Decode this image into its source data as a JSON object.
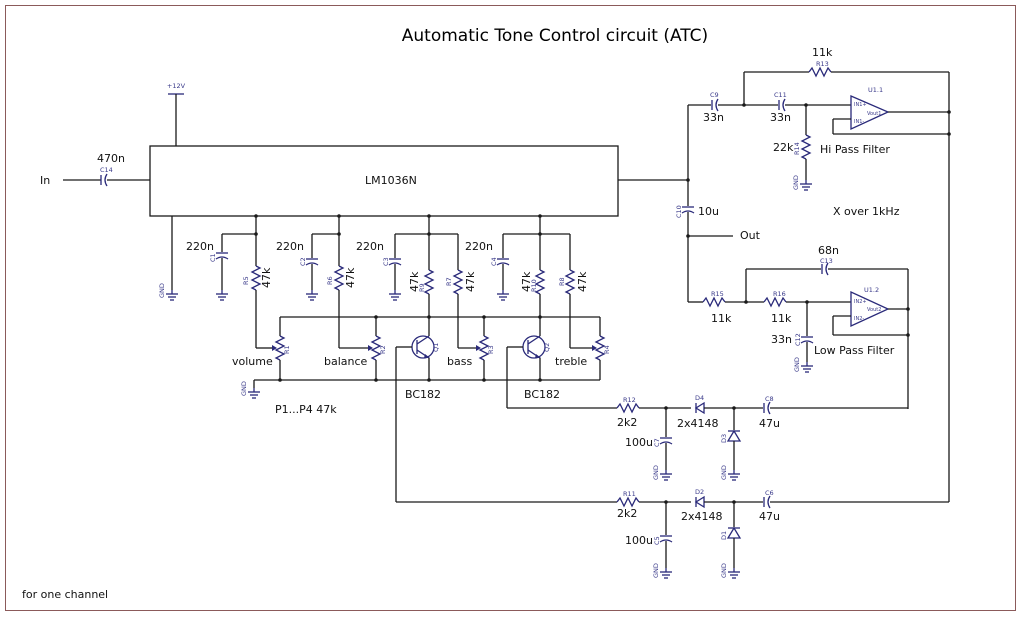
{
  "title": "Automatic Tone Control circuit (ATC)",
  "footer": "for one channel",
  "supply": "+12V",
  "ic": {
    "name": "LM1036N"
  },
  "io": {
    "input": "In",
    "output": "Out"
  },
  "notes": {
    "crossover": "X over 1kHz",
    "pots": "P1...P4  47k"
  },
  "controls": {
    "volume": "volume",
    "balance": "balance",
    "bass": "bass",
    "treble": "treble"
  },
  "filters": {
    "hi": "Hi Pass Filter",
    "lo": "Low Pass Filter"
  },
  "gnd": "GND",
  "transistors": [
    {
      "ref": "Q1",
      "type": "BC182"
    },
    {
      "ref": "Q2",
      "type": "BC182"
    }
  ],
  "opamps": [
    {
      "ref": "U1.1",
      "in_plus": "IN1+",
      "in_minus": "IN1-",
      "out": "Vout1"
    },
    {
      "ref": "U1.2",
      "in_plus": "IN2+",
      "in_minus": "IN2-",
      "out": "Vout2"
    }
  ],
  "components": {
    "C14": {
      "ref": "C14",
      "value": "470n"
    },
    "C1": {
      "ref": "C1",
      "value": "220n"
    },
    "C2": {
      "ref": "C2",
      "value": "220n"
    },
    "C3": {
      "ref": "C3",
      "value": "220n"
    },
    "C4": {
      "ref": "C4",
      "value": "220n"
    },
    "R5": {
      "ref": "R5",
      "value": "47k"
    },
    "R6": {
      "ref": "R6",
      "value": "47k"
    },
    "R9": {
      "ref": "R9",
      "value": "47k"
    },
    "R7": {
      "ref": "R7",
      "value": "47k"
    },
    "R10": {
      "ref": "R10",
      "value": "47k"
    },
    "R8": {
      "ref": "R8",
      "value": "47k"
    },
    "R1": {
      "ref": "R1"
    },
    "R2": {
      "ref": "R2"
    },
    "R3": {
      "ref": "R3"
    },
    "R4": {
      "ref": "R4"
    },
    "C9": {
      "ref": "C9",
      "value": "33n"
    },
    "C11": {
      "ref": "C11",
      "value": "33n"
    },
    "R13": {
      "ref": "R13",
      "value": "11k"
    },
    "R14": {
      "ref": "R14",
      "value": "22k"
    },
    "C10": {
      "ref": "C10",
      "value": "10u"
    },
    "C13": {
      "ref": "C13",
      "value": "68n"
    },
    "R15": {
      "ref": "R15",
      "value": "11k"
    },
    "R16": {
      "ref": "R16",
      "value": "11k"
    },
    "C12": {
      "ref": "C12",
      "value": "33n"
    },
    "R12": {
      "ref": "R12",
      "value": "2k2"
    },
    "R11": {
      "ref": "R11",
      "value": "2k2"
    },
    "C7": {
      "ref": "C7",
      "value": "100u"
    },
    "C5": {
      "ref": "C5",
      "value": "100u"
    },
    "D4": {
      "ref": "D4",
      "value": "2x4148"
    },
    "D2": {
      "ref": "D2",
      "value": "2x4148"
    },
    "D3": {
      "ref": "D3"
    },
    "D1": {
      "ref": "D1"
    },
    "C8": {
      "ref": "C8",
      "value": "47u"
    },
    "C6": {
      "ref": "C6",
      "value": "47u"
    }
  }
}
